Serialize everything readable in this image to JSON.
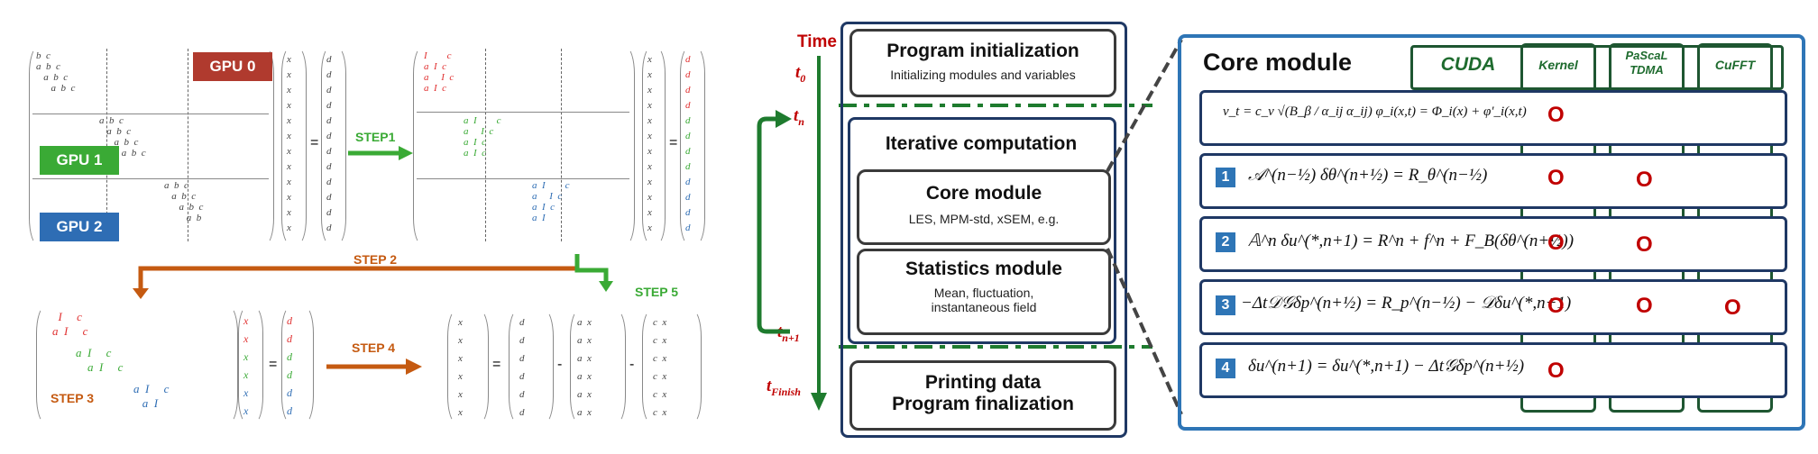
{
  "left": {
    "gpu0": "GPU 0",
    "gpu1": "GPU 1",
    "gpu2": "GPU 2",
    "step1": "STEP1",
    "step2": "STEP 2",
    "step3": "STEP 3",
    "step4": "STEP 4",
    "step5": "STEP 5",
    "colors": {
      "gpu0": "#b03a2e",
      "gpu1": "#3aaa35",
      "gpu2": "#2e6db4",
      "orange": "#c55a11",
      "green": "#3aaa35"
    }
  },
  "timeline": {
    "time_label": "Time",
    "t0": "t",
    "t0_sub": "0",
    "tn": "t",
    "tn_sub": "n",
    "tn1": "t",
    "tn1_sub": "n+1",
    "tfinish": "t",
    "tfinish_sub": "Finish"
  },
  "middle": {
    "init_title": "Program initialization",
    "init_sub": "Initializing modules and variables",
    "iter_title": "Iterative computation",
    "core_title": "Core module",
    "core_sub": "LES, MPM-std, xSEM, e.g.",
    "stat_title": "Statistics module",
    "stat_sub1": "Mean, fluctuation,",
    "stat_sub2": "instantaneous field",
    "print_title1": "Printing data",
    "print_title2": "Program finalization"
  },
  "core": {
    "title": "Core module",
    "cuda": "CUDA",
    "col_kernel": "Kernel",
    "col_pascal1": "PaScaL",
    "col_pascal2": "TDMA",
    "col_cufft": "CuFFT",
    "rows": [
      {
        "num": "",
        "eq": "ν_t = c_v √(B_β / α_ij α_ij)     φ_i(x,t) = Φ_i(x) + φ'_i(x,t)",
        "kernel": "O",
        "pascal": "",
        "cufft": ""
      },
      {
        "num": "1",
        "eq": "𝒜^(n−½) δθ^(n+½) = R_θ^(n−½)",
        "kernel": "O",
        "pascal": "O",
        "cufft": ""
      },
      {
        "num": "2",
        "eq": "𝔸^n δu^(*,n+1) = R^n + f^n + F_B(δθ^(n+½))",
        "kernel": "O",
        "pascal": "O",
        "cufft": ""
      },
      {
        "num": "3",
        "eq": "−Δt𝒟𝒢δp^(n+½) = R_p^(n−½) − 𝒟δu^(*,n+1)",
        "kernel": "O",
        "pascal": "O",
        "cufft": "O"
      },
      {
        "num": "4",
        "eq": "δu^(n+1) = δu^(*,n+1) − Δt𝒢δp^(n+½)",
        "kernel": "O",
        "pascal": "",
        "cufft": ""
      }
    ]
  }
}
